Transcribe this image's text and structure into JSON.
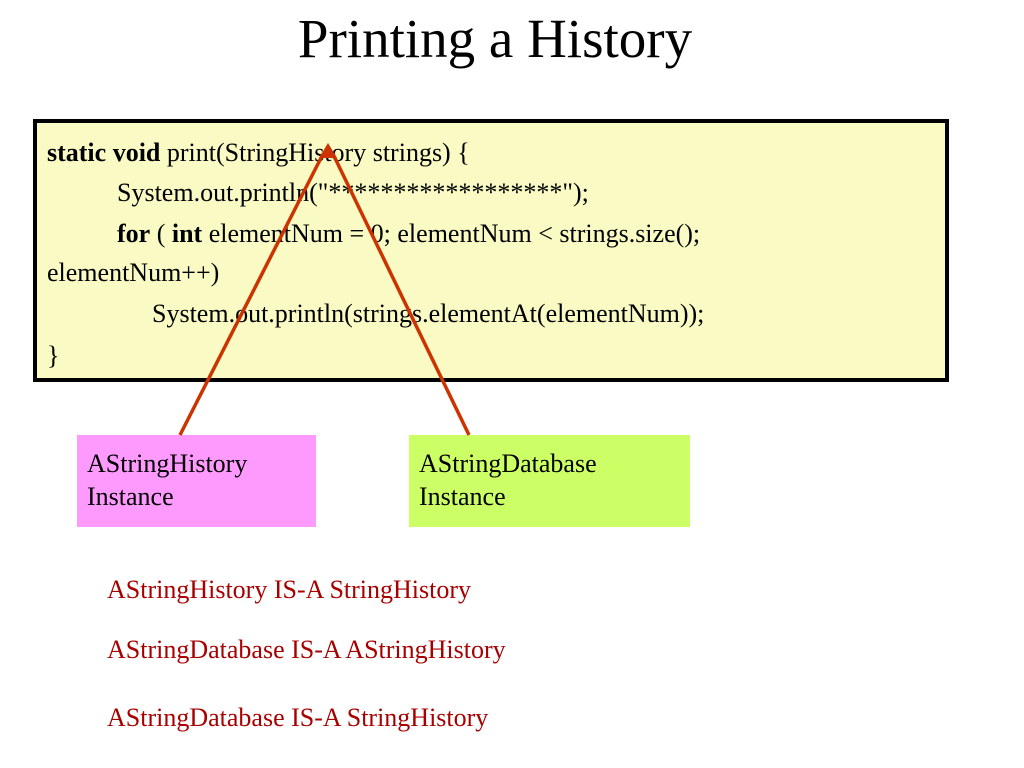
{
  "title": "Printing a History",
  "code": {
    "line0": {
      "kw": "static void",
      "rest": " print(StringHistory strings) {"
    },
    "line1": "System.out.println(\"******************\");",
    "line2": {
      "kw_for": "for",
      "mid1": " ( ",
      "kw_int": "int",
      "rest": " elementNum = 0; elementNum < strings.size();"
    },
    "line3": "elementNum++)",
    "line4": "System.out.println(strings.elementAt(elementNum));",
    "line5": "}"
  },
  "instances": [
    {
      "line1": "AStringHistory",
      "line2": "Instance",
      "color": "#fe99fe"
    },
    {
      "line1": "AStringDatabase",
      "line2": "Instance",
      "color": "#ccff66"
    }
  ],
  "is_a": [
    "AStringHistory IS-A StringHistory",
    "AStringDatabase IS-A AStringHistory",
    "AStringDatabase IS-A StringHistory"
  ],
  "colors": {
    "arrow": "#cc3300",
    "is_a_text": "#a80000",
    "code_background": "#fafac4"
  }
}
